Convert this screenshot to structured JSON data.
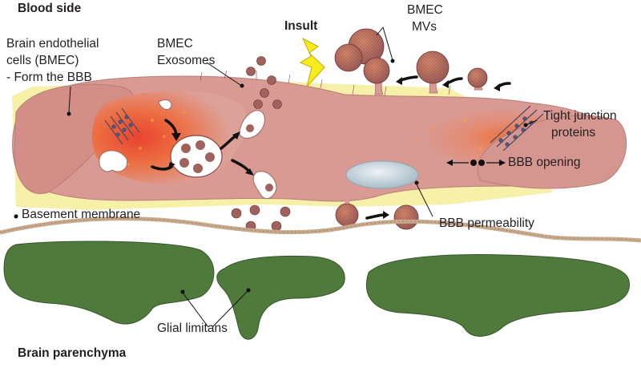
{
  "labels": {
    "blood_side": "Blood side",
    "bmec_line1": "Brain endothelial",
    "bmec_line2": "cells (BMEC)",
    "bmec_line3": "- Form the BBB",
    "exosomes_line1": "BMEC",
    "exosomes_line2": "Exosomes",
    "insult": "Insult",
    "mvs_line1": "BMEC",
    "mvs_line2": "MVs",
    "tj_line1": "Tight junction",
    "tj_line2": "proteins",
    "bbb_opening": "BBB opening",
    "basement_membrane": "Basement membrane",
    "bbb_permeability": "BBB permeability",
    "glial_limitans": "Glial limitans",
    "brain_parenchyma": "Brain parenchyma"
  },
  "colors": {
    "cell_pink": "#d99a93",
    "cell_core_red": "#e8402a",
    "glow_orange": "#f08a2c",
    "plasma_yellow": "#f7f0a8",
    "glia_green": "#4f7a3c",
    "membrane_tan": "#c9a98c",
    "vesicle_brown": "#a0625c",
    "bolt_yellow": "#f6ec1c",
    "nucleus_blue": "#c6d3dc"
  }
}
